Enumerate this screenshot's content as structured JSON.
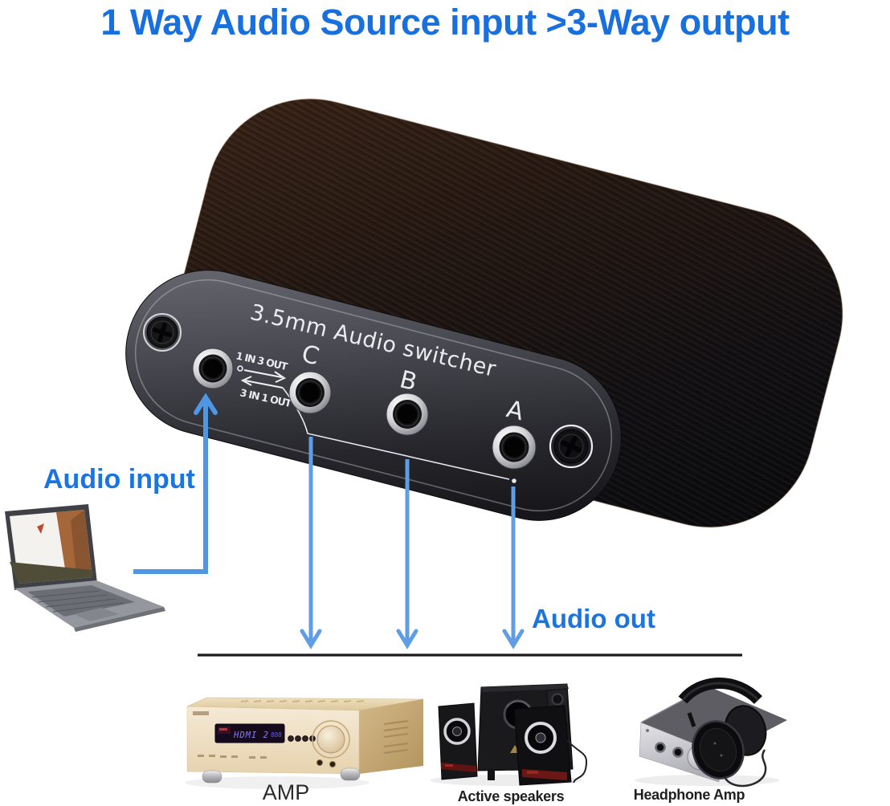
{
  "title": {
    "text": "1 Way Audio Source input >3-Way output"
  },
  "colors": {
    "accent_blue": "#1a75e3",
    "arrow_blue": "#5f9de4",
    "panel_gray": "#47474f",
    "shell_black": "#1c1410"
  },
  "device": {
    "name": "3.5mm Audio switcher",
    "routing": {
      "forward": "1 IN 3 OUT",
      "reverse": "3 IN 1 OUT"
    },
    "ports": [
      {
        "id": "input",
        "label": ""
      },
      {
        "id": "port-c",
        "label": "C"
      },
      {
        "id": "port-b",
        "label": "B"
      },
      {
        "id": "port-a",
        "label": "A"
      }
    ]
  },
  "annotations": {
    "input_label": "Audio input",
    "output_label": "Audio out"
  },
  "devices": {
    "source": {
      "name": "laptop"
    },
    "outputs": [
      {
        "label": "AMP"
      },
      {
        "label": "Active speakers"
      },
      {
        "label": "Headphone Amp"
      }
    ]
  },
  "amp_display": {
    "main": "HDMI 2",
    "digits": "888"
  }
}
